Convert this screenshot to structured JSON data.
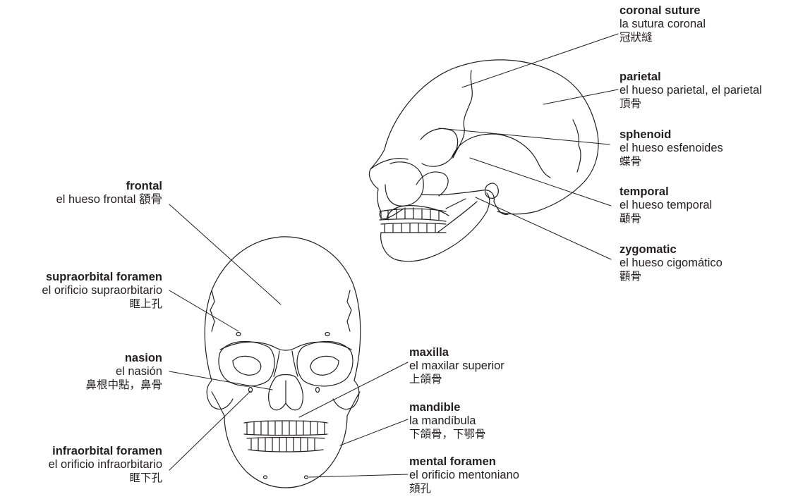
{
  "labels": {
    "coronal_suture": {
      "en": "coronal suture",
      "es": "la sutura coronal",
      "zh": "冠狀縫"
    },
    "parietal": {
      "en": "parietal",
      "es": "el hueso parietal, el parietal",
      "zh": "頂骨"
    },
    "sphenoid": {
      "en": "sphenoid",
      "es": "el hueso esfenoides",
      "zh": "蝶骨"
    },
    "temporal": {
      "en": "temporal",
      "es": "el hueso temporal",
      "zh": "顳骨"
    },
    "zygomatic": {
      "en": "zygomatic",
      "es": "el hueso cigomático",
      "zh": "顴骨"
    },
    "frontal": {
      "en": "frontal",
      "es": "el hueso frontal 額骨"
    },
    "supraorbital_foramen": {
      "en": "supraorbital foramen",
      "es": "el orificio supraorbitario",
      "zh": "眶上孔"
    },
    "nasion": {
      "en": "nasion",
      "es": "el nasión",
      "zh": "鼻根中點，鼻骨"
    },
    "infraorbital_foramen": {
      "en": "infraorbital foramen",
      "es": "el orificio infraorbitario",
      "zh": "眶下孔"
    },
    "maxilla": {
      "en": "maxilla",
      "es": "el maxilar superior",
      "zh": "上頜骨"
    },
    "mandible": {
      "en": "mandible",
      "es": "la mandíbula",
      "zh": "下頜骨，下鄂骨"
    },
    "mental_foramen": {
      "en": "mental foramen",
      "es": "el orificio mentoniano",
      "zh": "頦孔"
    }
  },
  "colors": {
    "ink": "#231f20",
    "background": "#ffffff"
  }
}
